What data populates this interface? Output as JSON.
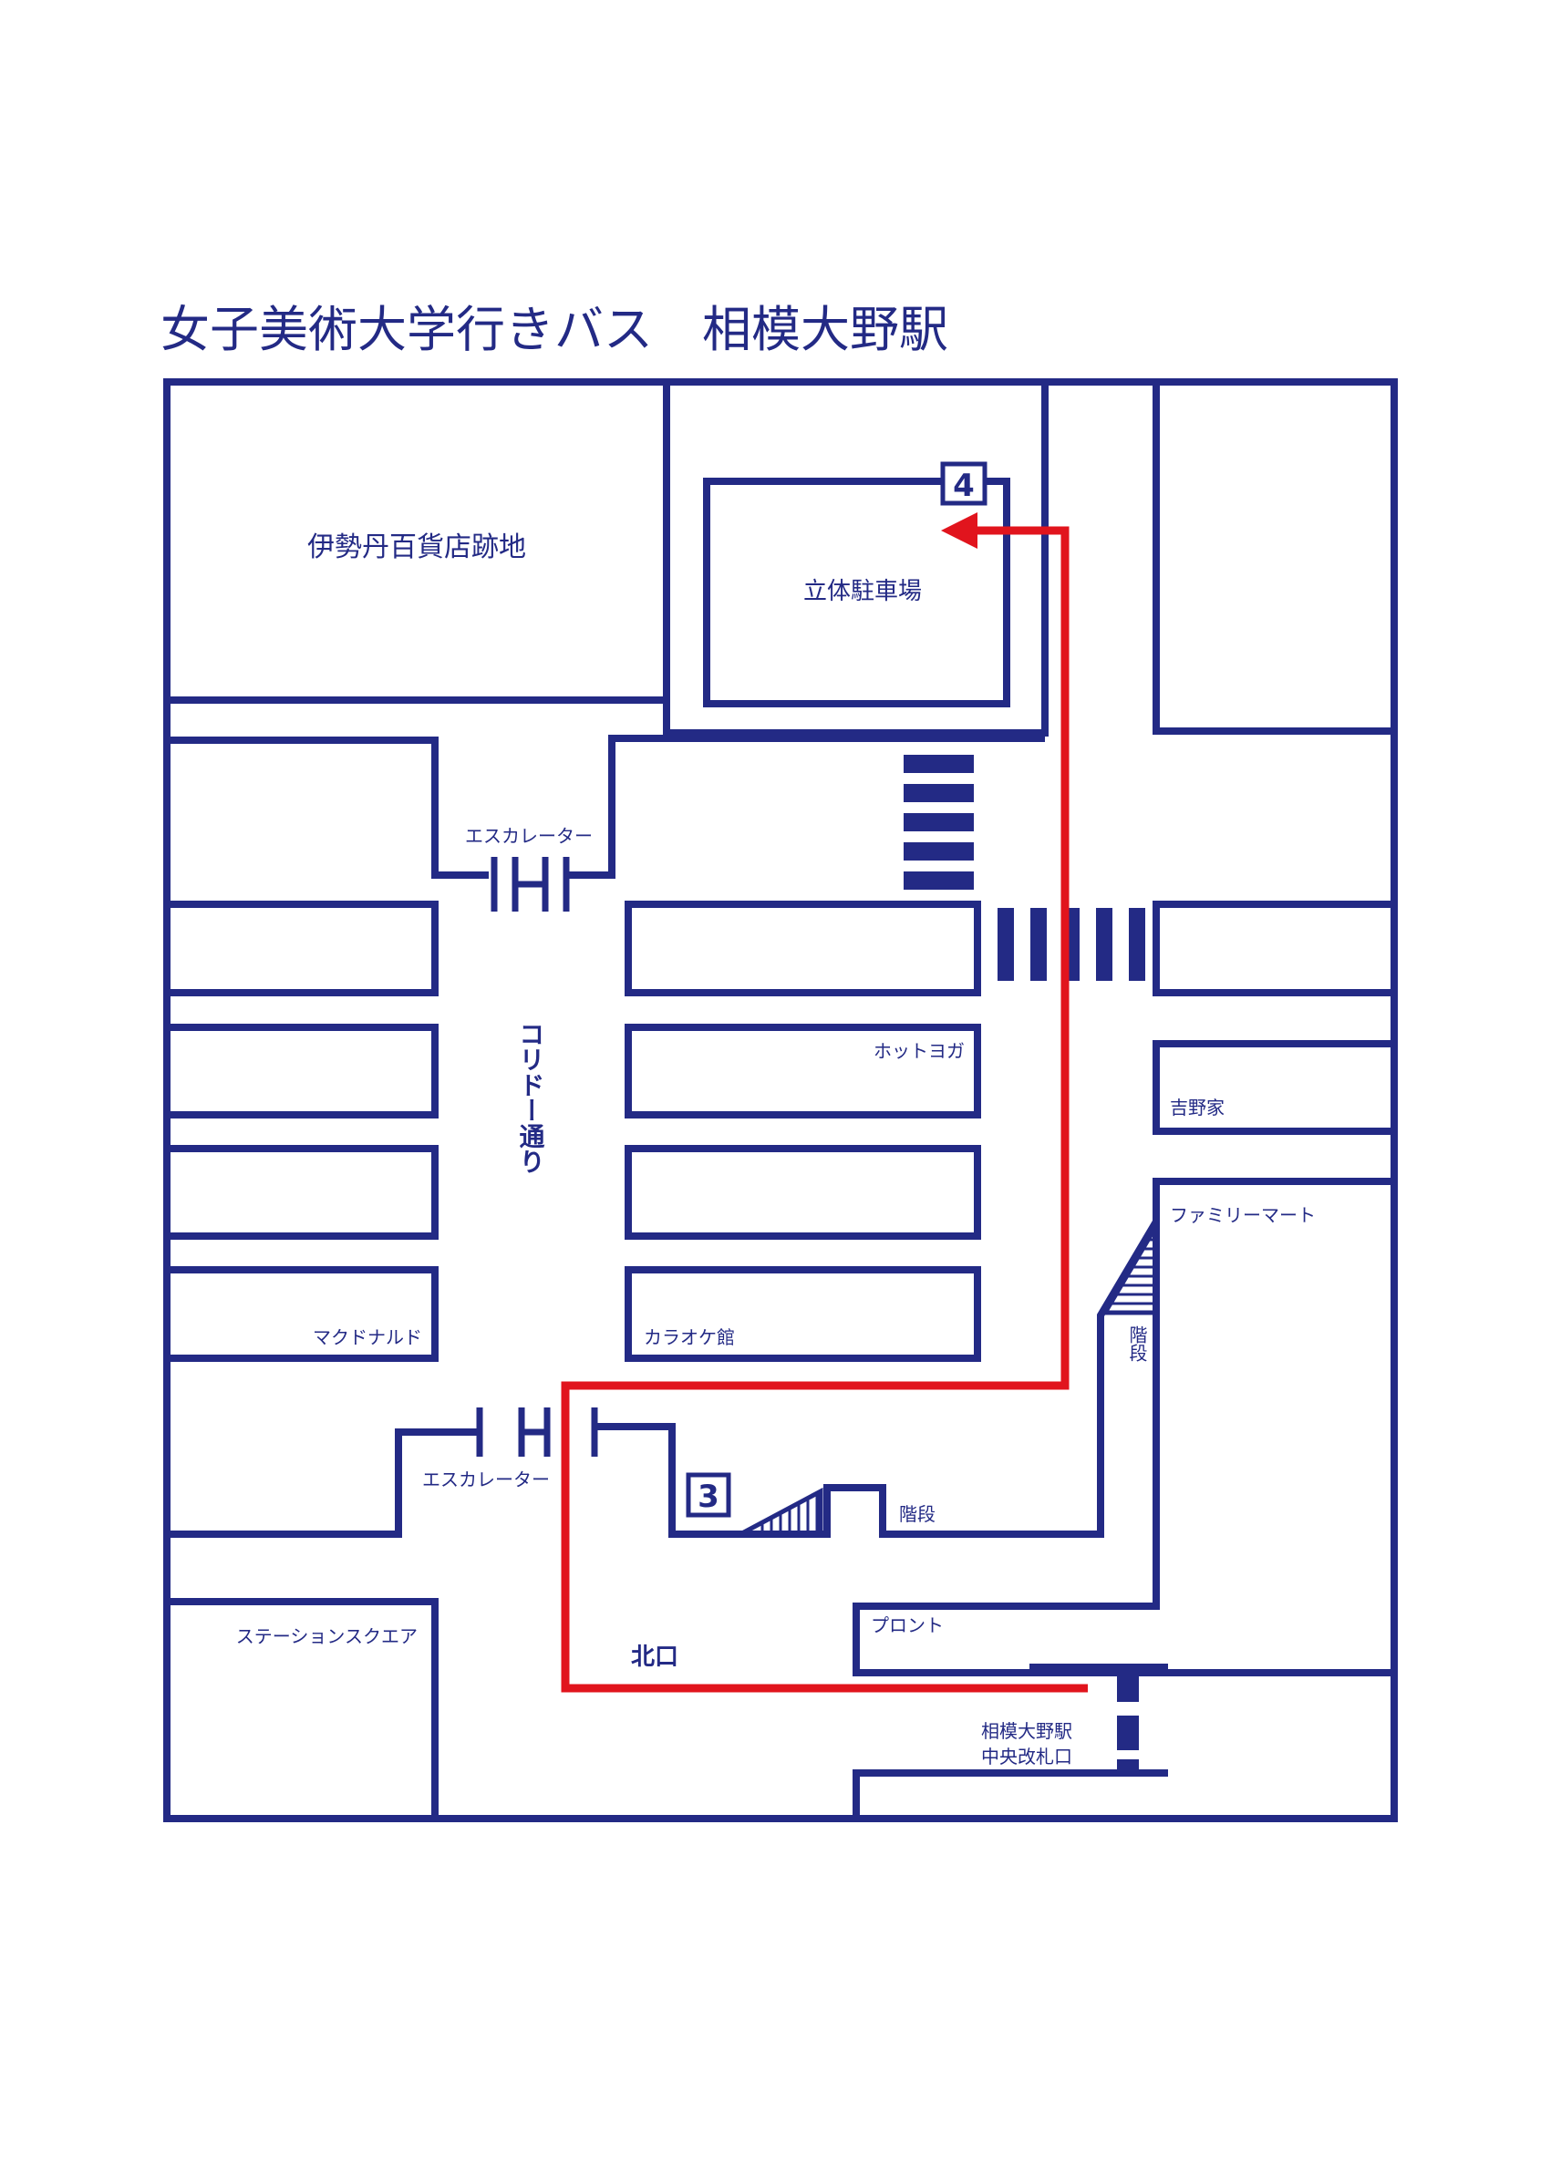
{
  "title": "女子美術大学行きバス　相模大野駅",
  "colors": {
    "line": "#232a85",
    "route": "#e1141d",
    "background": "#ffffff"
  },
  "places": {
    "isetan_site": "伊勢丹百貨店跡地",
    "parking": "立体駐車場",
    "escalator_top": "エスカレーター",
    "escalator_bottom": "エスカレーター",
    "corridor_street": "コリドー通り",
    "hot_yoga": "ホットヨガ",
    "yoshinoya": "吉野家",
    "familymart": "ファミリーマート",
    "mcdonalds": "マクドナルド",
    "karaoke": "カラオケ館",
    "stairs_right": "階段",
    "stairs_bottom": "階段",
    "station_square": "ステーションスクエア",
    "north_exit": "北口",
    "pronto": "プロント",
    "gate_line1": "相模大野駅",
    "gate_line2": "中央改札口"
  },
  "bus_stops": {
    "stop_3": "3",
    "stop_4": "4"
  },
  "legend_icons": [
    "escalator-icon",
    "crosswalk-icon",
    "stairs-icon",
    "route-arrow-icon"
  ]
}
